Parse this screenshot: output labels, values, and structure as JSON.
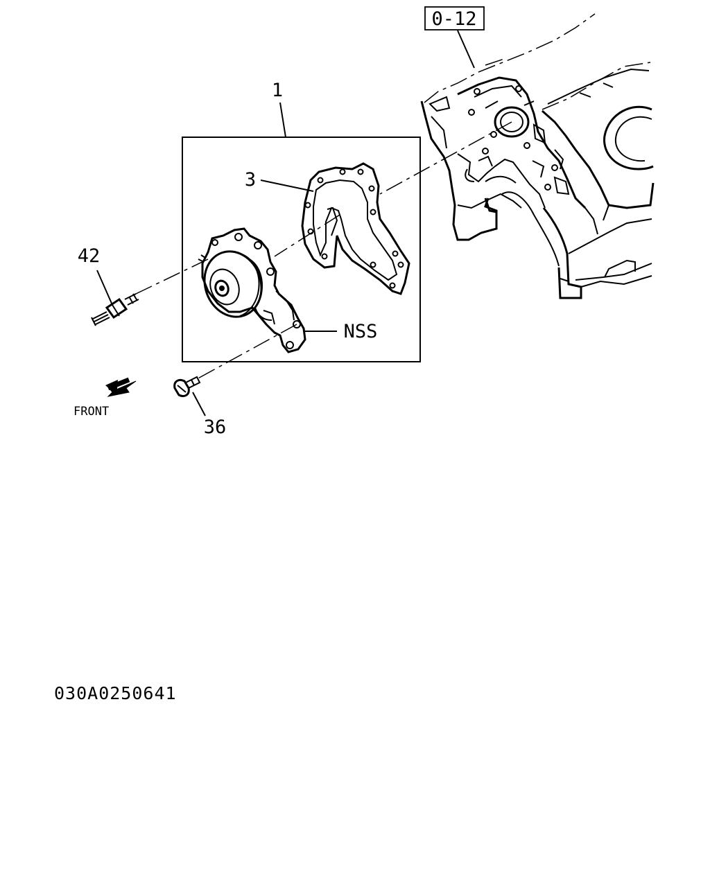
{
  "diagram": {
    "reference_box": "0-12",
    "callouts": {
      "assembly": "1",
      "gasket": "3",
      "stud": "42",
      "not_serviced": "NSS",
      "bolt": "36"
    },
    "direction_label": "FRONT",
    "diagram_id": "030A0250641"
  }
}
